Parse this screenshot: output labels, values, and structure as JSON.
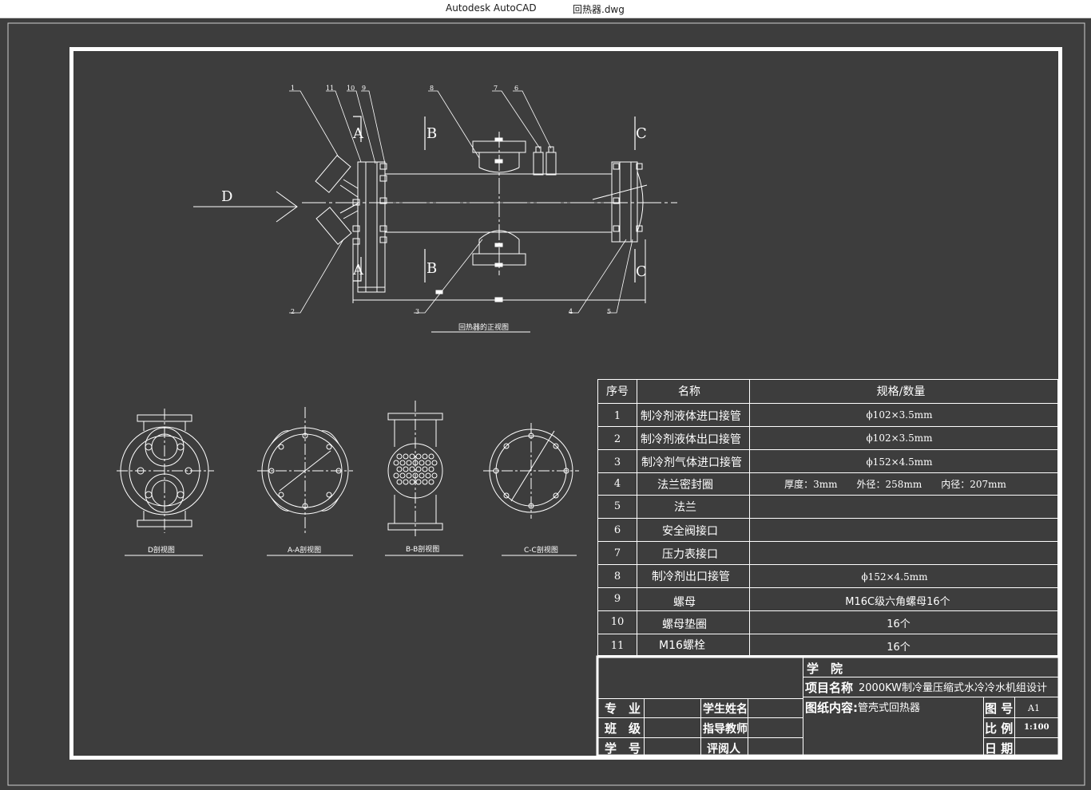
{
  "window": {
    "app_name": "Autodesk AutoCAD",
    "file_name": "回热器.dwg"
  },
  "colors": {
    "background": "#3d3d3d",
    "line": "#ffffff",
    "titlebar": "#ffffff"
  },
  "front_view": {
    "caption": "回热器的正视图",
    "callouts": [
      "1",
      "11",
      "10",
      "9",
      "8",
      "7",
      "6",
      "2",
      "3",
      "4",
      "5"
    ],
    "section_letters": {
      "a": "A",
      "b": "B",
      "c": "C",
      "d": "D"
    }
  },
  "side_views": {
    "d": "D剖视图",
    "aa": "A-A剖视图",
    "bb": "B-B剖视图",
    "cc": "C-C剖视图"
  },
  "parts_table": {
    "headers": [
      "序号",
      "名称",
      "规格/数量"
    ],
    "rows": [
      {
        "no": "1",
        "name": "制冷剂液体进口接管",
        "spec": "ϕ102×3.5mm"
      },
      {
        "no": "2",
        "name": "制冷剂液体出口接管",
        "spec": "ϕ102×3.5mm"
      },
      {
        "no": "3",
        "name": "制冷剂气体进口接管",
        "spec": "ϕ152×4.5mm"
      },
      {
        "no": "4",
        "name": "法兰密封圈",
        "spec": "厚度：3mm　　外径：258mm　　内径：207mm"
      },
      {
        "no": "5",
        "name": "法兰",
        "spec": ""
      },
      {
        "no": "6",
        "name": "安全阀接口",
        "spec": ""
      },
      {
        "no": "7",
        "name": "压力表接口",
        "spec": ""
      },
      {
        "no": "8",
        "name": "制冷剂出口接管",
        "spec": "ϕ152×4.5mm"
      },
      {
        "no": "9",
        "name": "螺母",
        "spec": "M16C级六角螺母16个"
      },
      {
        "no": "10",
        "name": "螺母垫圈",
        "spec": "16个"
      },
      {
        "no": "11",
        "name": "M16螺栓",
        "spec": "16个"
      }
    ]
  },
  "title_block": {
    "college_label": "学　院",
    "project_label": "项目名称",
    "project_value": "2000KW制冷量压缩式水冷冷水机组设计",
    "content_label": "图纸内容:",
    "content_value": "管壳式回热器",
    "major_label": "专　业",
    "class_label": "班　级",
    "id_label": "学　号",
    "student_label": "学生姓名",
    "advisor_label": "指导教师",
    "reviewer_label": "评阅人",
    "drawing_no_label": "图 号",
    "drawing_no_value": "A1",
    "scale_label": "比 例",
    "scale_value": "1:100",
    "date_label": "日 期"
  }
}
